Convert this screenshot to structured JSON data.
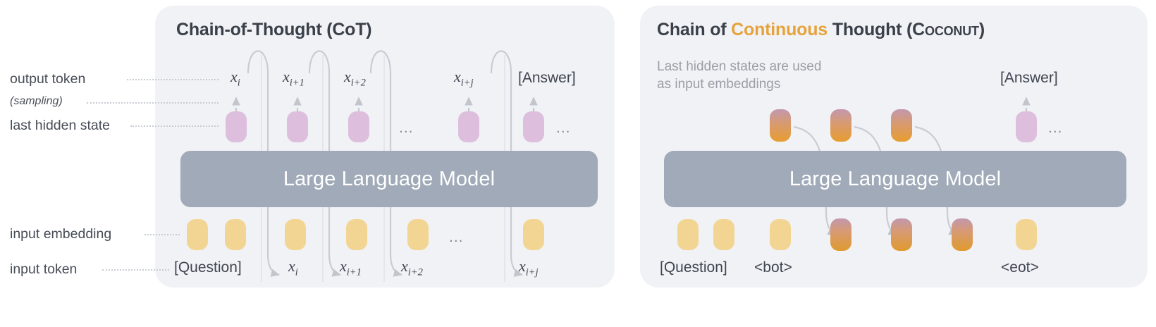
{
  "figure": {
    "type": "diagram",
    "caption_none": ""
  },
  "left_labels": [
    {
      "id": "output-token",
      "text": "output token"
    },
    {
      "id": "sampling",
      "text": "(sampling)"
    },
    {
      "id": "last-hidden-state",
      "text": "last hidden state"
    },
    {
      "id": "input-embedding",
      "text": "input embedding"
    },
    {
      "id": "input-token",
      "text": "input token"
    }
  ],
  "panel_cot": {
    "title": "Chain-of-Thought (CoT)",
    "llm_label": "Large Language Model",
    "output_tokens": [
      "x",
      "x",
      "x",
      "x",
      "[Answer]"
    ],
    "output_token_subs": [
      "i",
      "i+1",
      "i+2",
      "i+j",
      ""
    ],
    "input_tokens": [
      "[Question]",
      "x",
      "x",
      "x",
      "x"
    ],
    "input_token_subs": [
      "",
      "i",
      "i+1",
      "i+2",
      "i+j"
    ],
    "ellipsis": "...",
    "hidden_state_count": 5,
    "input_embedding_count": 6
  },
  "panel_coconut": {
    "title_part1": "Chain of ",
    "title_accent": "Continuous",
    "title_part2": " Thought (",
    "title_smallcaps": "Coconut",
    "title_part3": ")",
    "note": "Last hidden states are used\nas input embeddings",
    "llm_label": "Large Language Model",
    "answer_label": "[Answer]",
    "ellipsis": "...",
    "input_tokens": [
      "[Question]",
      "<bot>",
      "<eot>"
    ],
    "continuous_thought_count": 3,
    "input_embedding_yellow_count": 4,
    "input_embedding_continuous_count": 3
  },
  "colors": {
    "panel_bg": "#f1f2f6",
    "llm_box": "#a0aab8",
    "hidden_state": "#ddbfdd",
    "input_embedding": "#f3d593",
    "continuous_top": "#c298ae",
    "continuous_bottom": "#e79d30",
    "accent_orange": "#e6a33c",
    "text": "#3f4550",
    "muted_text": "#9b9ea6",
    "arrow": "#c9ccd3"
  }
}
